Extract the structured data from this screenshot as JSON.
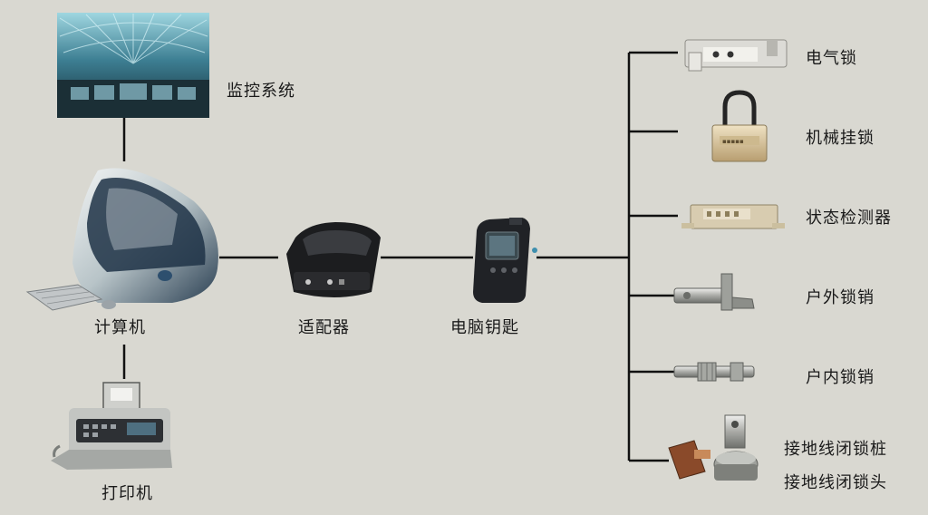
{
  "labels": {
    "monitor": "监控系统",
    "computer": "计算机",
    "printer": "打印机",
    "adapter": "适配器",
    "key": "电脑钥匙",
    "electric_lock": "电气锁",
    "padlock": "机械挂锁",
    "detector": "状态检测器",
    "outdoor_pin": "户外锁销",
    "indoor_pin": "户内锁销",
    "ground_post": "接地线闭锁桩",
    "ground_head": "接地线闭锁头"
  },
  "colors": {
    "background": "#d9d8d1",
    "line": "#111111"
  }
}
